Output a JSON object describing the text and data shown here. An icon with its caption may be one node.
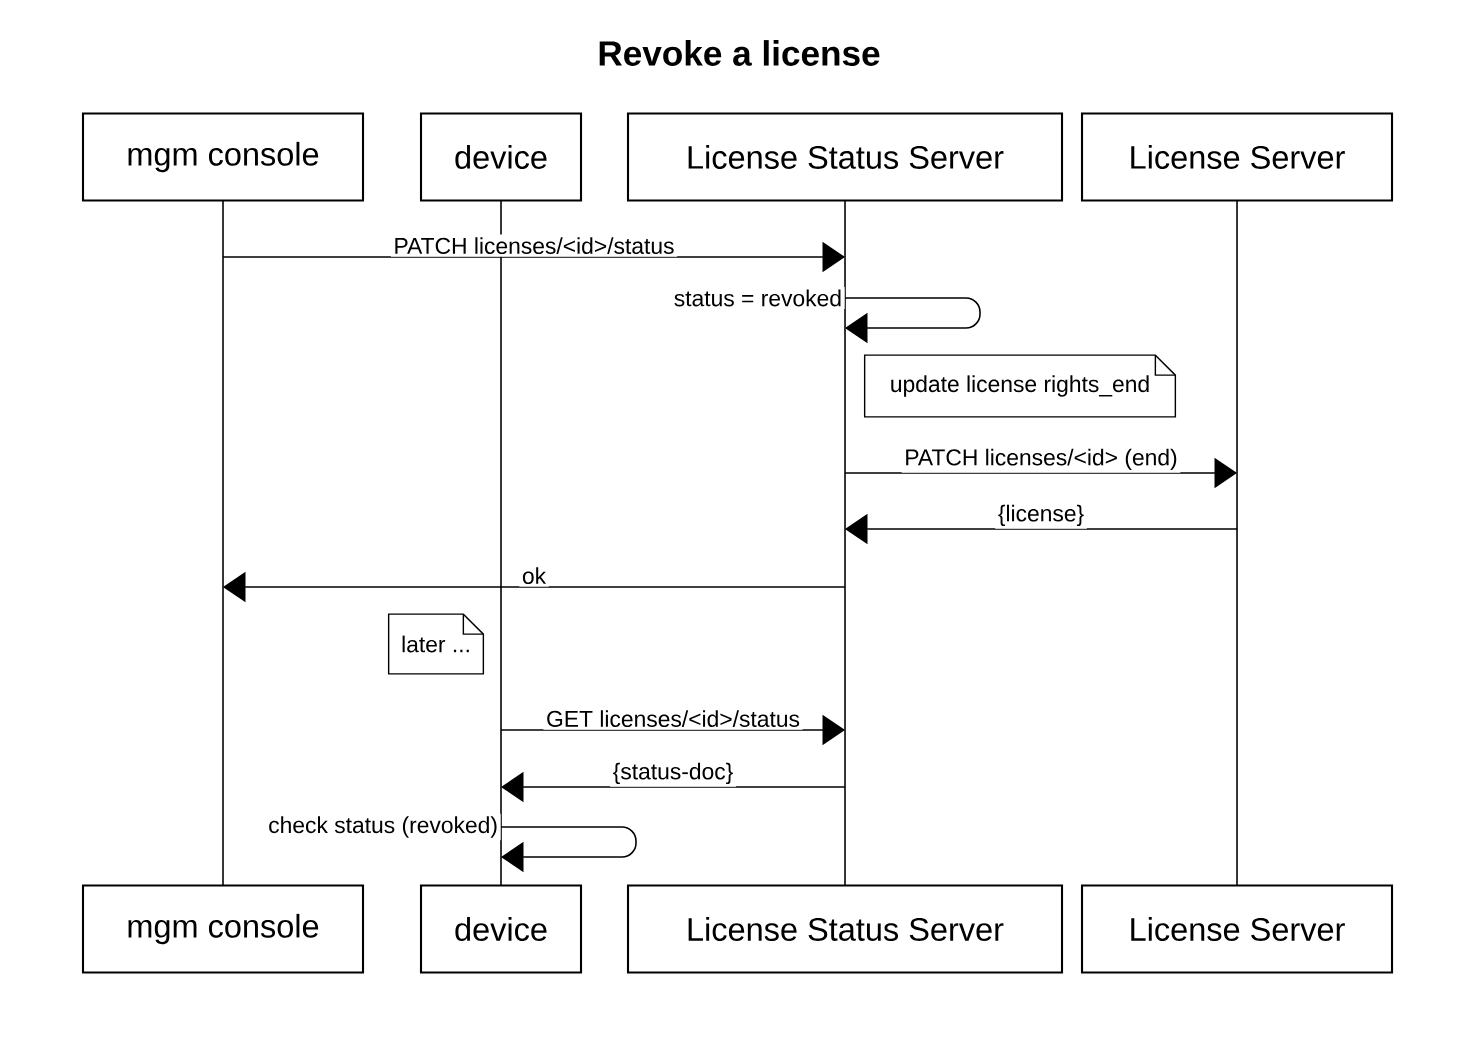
{
  "diagram": {
    "title": "Revoke a license",
    "nodes": [
      {
        "text": [
          "mgm console"
        ]
      },
      {
        "text": [
          "device"
        ]
      },
      {
        "text": [
          "License Status Server"
        ]
      },
      {
        "text": [
          "License Server"
        ]
      },
      {
        "text": [
          "mgm console"
        ]
      },
      {
        "text": [
          "device"
        ]
      },
      {
        "text": [
          "License Status Server"
        ]
      },
      {
        "text": [
          "License Server"
        ]
      },
      {
        "text": [
          "update license rights_end"
        ]
      },
      {
        "text": [
          "later ..."
        ]
      },
      {
        "text": [],
        "shape": "bar"
      },
      {
        "text": [],
        "shape": "bar"
      },
      {
        "text": [],
        "shape": "bar"
      },
      {
        "text": [],
        "shape": "bar"
      }
    ],
    "edges": [
      {
        "from": 10,
        "to": 12,
        "arrow": "to",
        "label": "PATCH licenses/<id>/status"
      },
      {
        "from": 12,
        "to": 12,
        "arrow": "to",
        "label": "status = revoked"
      },
      {
        "from": 12,
        "to": 13,
        "arrow": "to",
        "label": "PATCH licenses/<id> (end)"
      },
      {
        "from": 13,
        "to": 12,
        "arrow": "to",
        "label": "{license}"
      },
      {
        "from": 12,
        "to": 10,
        "arrow": "to",
        "label": "ok"
      },
      {
        "from": 11,
        "to": 12,
        "arrow": "to",
        "label": "GET licenses/<id>/status"
      },
      {
        "from": 12,
        "to": 11,
        "arrow": "to",
        "label": "{status-doc}"
      },
      {
        "from": 11,
        "to": 11,
        "arrow": "to",
        "label": "check status (revoked)"
      }
    ]
  }
}
